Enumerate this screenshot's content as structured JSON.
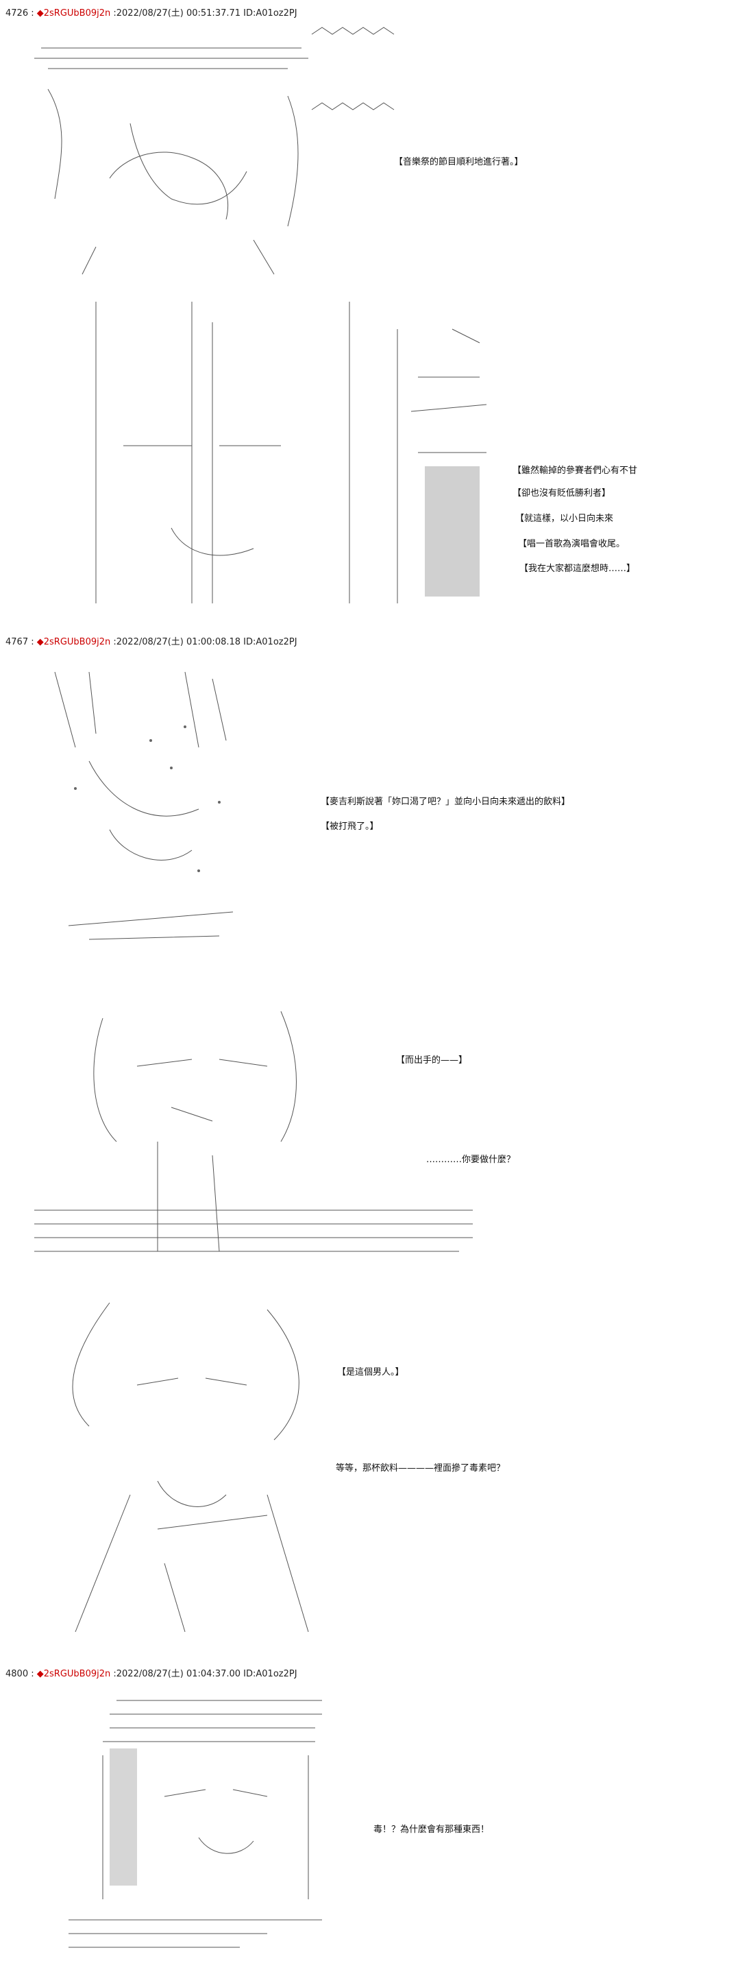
{
  "posts": [
    {
      "number": "4726",
      "name": "2sRGUbB09j2n",
      "datetime": "2022/08/27(土) 00:51:37.71",
      "id": "ID:A01oz2PJ",
      "lines": [
        "【音樂祭的節目順利地進行著。】",
        "【雖然輸掉的參賽者們心有不甘",
        "【卻也沒有貶低勝利者】",
        "【就這樣，以小日向未來",
        "【唱一首歌為演唱會收尾。",
        "【我在大家都這麼想時……】"
      ]
    },
    {
      "number": "4767",
      "name": "2sRGUbB09j2n",
      "datetime": "2022/08/27(土) 01:00:08.18",
      "id": "ID:A01oz2PJ",
      "lines": [
        "【麥吉利斯說著「妳口渴了吧？」並向小日向未來遞出的飲料】",
        "【被打飛了。】",
        "【而出手的——】",
        "…………你要做什麼？",
        "【是這個男人。】",
        "等等，那杯飲料————裡面摻了毒素吧？"
      ]
    },
    {
      "number": "4800",
      "name": "2sRGUbB09j2n",
      "datetime": "2022/08/27(土) 01:04:37.00",
      "id": "ID:A01oz2PJ",
      "lines": [
        "毒！？為什麼會有那種東西！"
      ]
    }
  ],
  "colors": {
    "accent": "#cc0000",
    "text": "#111111",
    "art": "#444444"
  },
  "icons": {
    "post_marker": "diamond-icon"
  }
}
